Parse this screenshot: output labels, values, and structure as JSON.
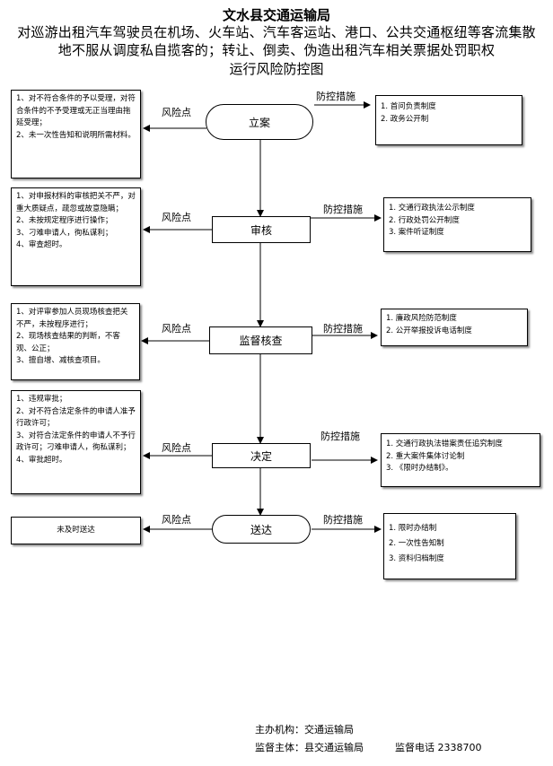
{
  "title": {
    "line1": "文水县交通运输局",
    "line2": "对巡游出租汽车驾驶员在机场、火车站、汽车客运站、港口、公共交通枢纽等客流集散地不服从调度私自揽客的；转让、倒卖、伪造出租汽车相关票据处罚职权",
    "line3": "运行风险防控图"
  },
  "labels": {
    "risk": "风险点",
    "control": "防控措施"
  },
  "nodes": {
    "n1": "立案",
    "n2": "审核",
    "n3": "监督核查",
    "n4": "决定",
    "n5": "送达"
  },
  "risks": {
    "r1": [
      "1、对不符合条件的予以受理，对符合条件的不予受理或无正当理由拖延受理；",
      "2、未一次性告知和说明所需材料。"
    ],
    "r2": [
      "1、对申报材料的审核把关不严，对重大质疑点，疏忽或故意隐瞒；",
      "2、未按规定程序进行操作；",
      "3、刁难申请人，徇私谋利；",
      "4、审查超时。"
    ],
    "r3": [
      "1、对评审参加人员现场核查把关不严，未按程序进行；",
      "2、现场核查结果的判断，不客观、公正；",
      "3、擅自增、减核查项目。"
    ],
    "r4": [
      "1、违规审批；",
      "2、对不符合法定条件的申请人准予行政许可；",
      "3、对符合法定条件的申请人不予行政许可；刁难申请人，徇私谋利；",
      "4、审批超时。"
    ],
    "r5": [
      "未及时送达"
    ]
  },
  "controls": {
    "c1": [
      "1.  首问负责制度",
      "2.  政务公开制"
    ],
    "c2": [
      "1.  交通行政执法公示制度",
      "2.  行政处罚公开制度",
      "3.  案件听证制度"
    ],
    "c3": [
      "1.  廉政风险防范制度",
      "2.  公开举报投诉电话制度"
    ],
    "c4": [
      "1.  交通行政执法错案责任追究制度",
      "2.  重大案件集体讨论制",
      "3.  《限时办结制》。"
    ],
    "c5": [
      "1.  限时办结制",
      "2.  一次性告知制",
      "3.  资料归档制度"
    ]
  },
  "footer": {
    "sponsor": "主办机构：交通运输局",
    "supervisor": "监督主体：县交通运输局",
    "phone": "监督电话  2338700"
  }
}
